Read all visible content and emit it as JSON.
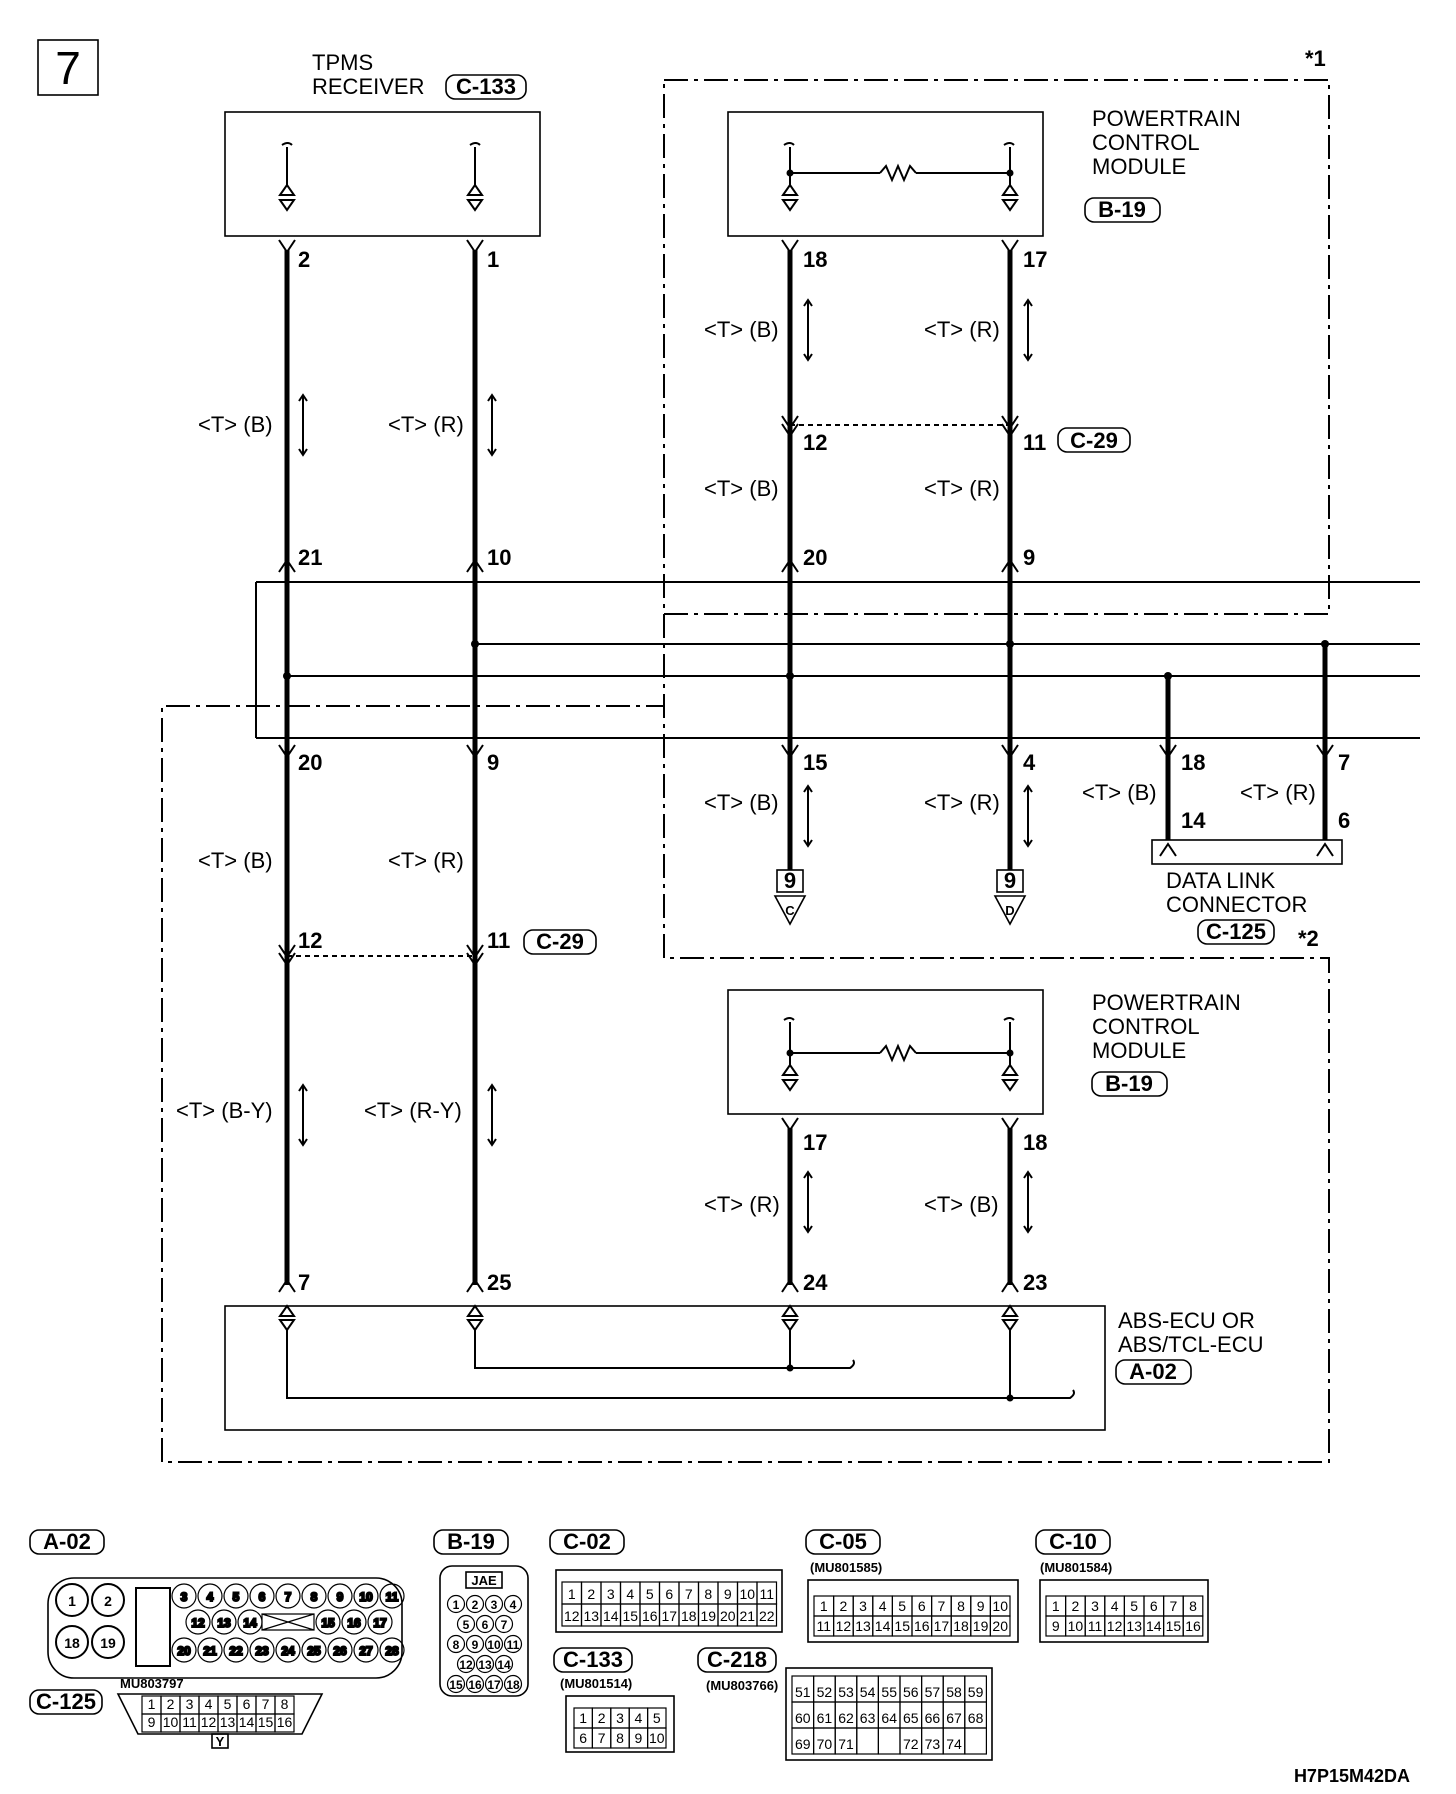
{
  "page_number": "7",
  "figure_code": "H7P15M42DA",
  "notes": {
    "n1": "*1",
    "n2": "*2"
  },
  "components": {
    "tpms": {
      "line1": "TPMS",
      "line2": "RECEIVER",
      "conn": "C-133"
    },
    "pcm_top": {
      "line1": "POWERTRAIN",
      "line2": "CONTROL",
      "line3": "MODULE",
      "conn": "B-19"
    },
    "pcm_bottom": {
      "line1": "POWERTRAIN",
      "line2": "CONTROL",
      "line3": "MODULE",
      "conn": "B-19"
    },
    "abs": {
      "line1": "ABS-ECU OR",
      "line2": "ABS/TCL-ECU",
      "conn": "A-02"
    },
    "dlc": {
      "line1": "DATA LINK",
      "line2": "CONNECTOR",
      "conn": "C-125"
    },
    "c29_right": "C-29",
    "c29_left": "C-29"
  },
  "pins": {
    "p2": "2",
    "p1": "1",
    "p18a": "18",
    "p17a": "17",
    "p12r": "12",
    "p11r": "11",
    "p21": "21",
    "p10": "10",
    "p20r": "20",
    "p9r": "9",
    "p20l": "20",
    "p9l": "9",
    "p15": "15",
    "p4": "4",
    "p18d": "18",
    "p7d": "7",
    "p14d": "14",
    "p6d": "6",
    "p12l": "12",
    "p11l": "11",
    "p17b": "17",
    "p18b": "18",
    "p7": "7",
    "p25": "25",
    "p24": "24",
    "p23": "23"
  },
  "signals": {
    "s_tb": "<T> (B)",
    "s_tr": "<T> (R)",
    "s_tby": "<T> (B-Y)",
    "s_try": "<T> (R-Y)"
  },
  "offpage": {
    "c_num": "9",
    "c_letter": "C",
    "d_num": "9",
    "d_letter": "D"
  },
  "legend": {
    "a02": {
      "tag": "A-02"
    },
    "b19": {
      "tag": "B-19",
      "brand": "JAE"
    },
    "c02": {
      "tag": "C-02"
    },
    "c05": {
      "tag": "C-05",
      "part": "(MU801585)"
    },
    "c10": {
      "tag": "C-10",
      "part": "(MU801584)"
    },
    "c125": {
      "tag": "C-125",
      "part": "MU803797",
      "mark": "Y"
    },
    "c133": {
      "tag": "C-133",
      "part": "(MU801514)"
    },
    "c218": {
      "tag": "C-218",
      "part": "(MU803766)"
    }
  }
}
